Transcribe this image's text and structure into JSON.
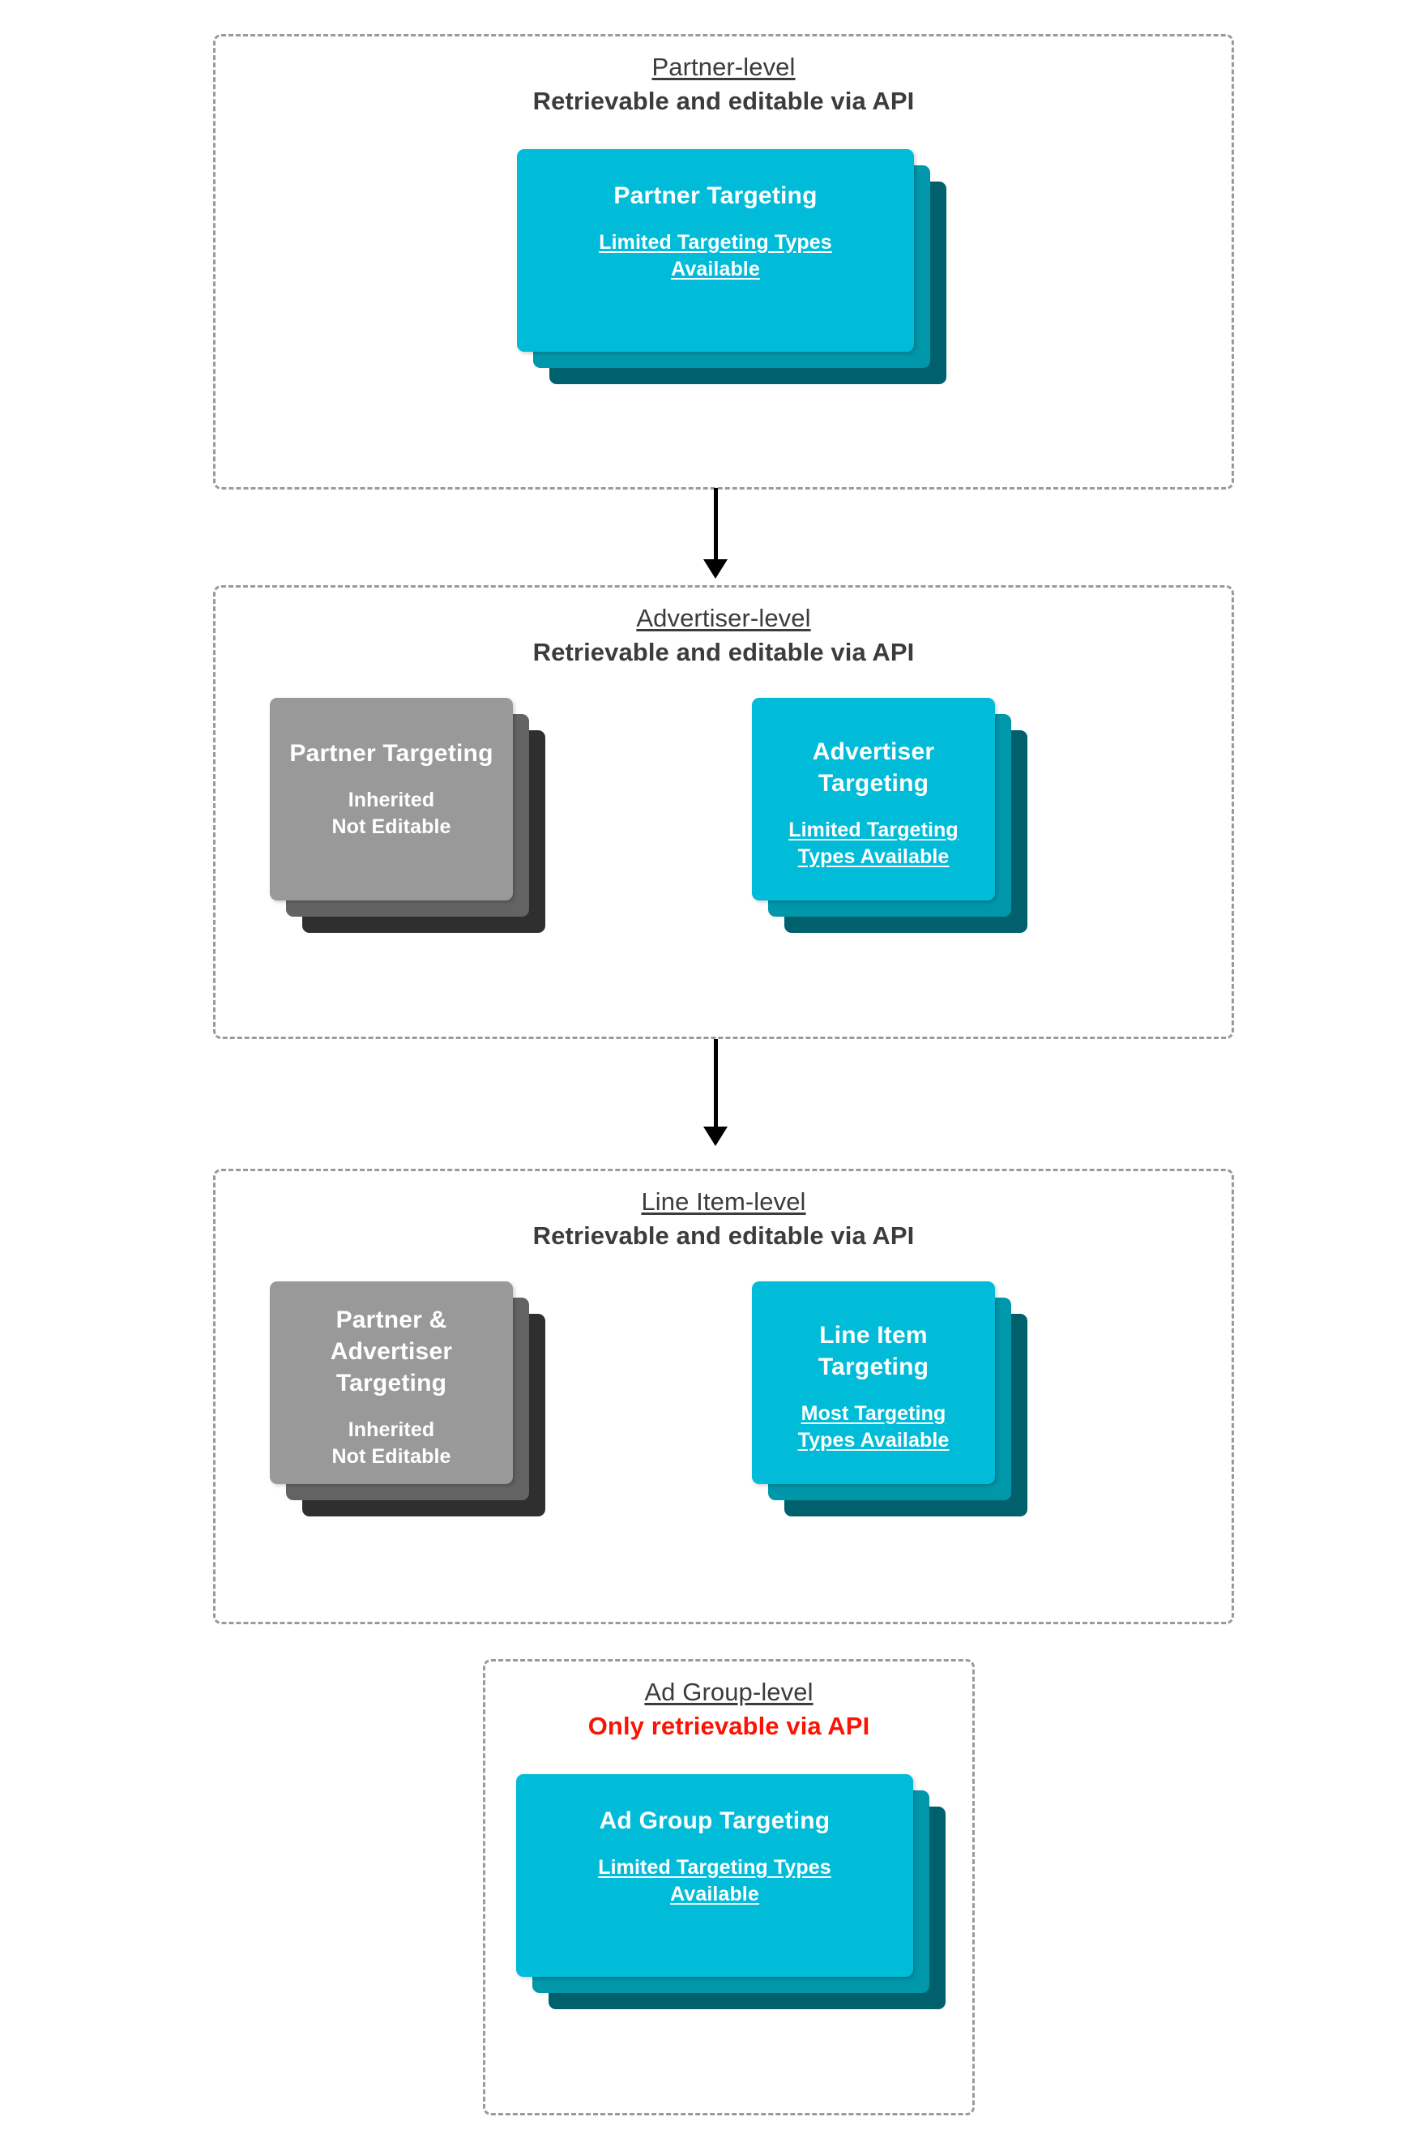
{
  "levels": [
    {
      "name": "Partner-level",
      "api_note": "Retrievable and editable via API",
      "api_note_warning": false,
      "cards": [
        {
          "title": "Partner Targeting",
          "subtitle": "Limited Targeting Types Available",
          "subtitle_underlined": true,
          "color": "cyan"
        }
      ]
    },
    {
      "name": "Advertiser-level",
      "api_note": "Retrievable and editable via API",
      "api_note_warning": false,
      "cards": [
        {
          "title": "Partner Targeting",
          "subtitle": "Inherited\nNot Editable",
          "subtitle_underlined": false,
          "color": "grey"
        },
        {
          "title": "Advertiser Targeting",
          "subtitle": "Limited Targeting Types Available",
          "subtitle_underlined": true,
          "color": "cyan"
        }
      ]
    },
    {
      "name": "Line Item-level",
      "api_note": "Retrievable and editable via API",
      "api_note_warning": false,
      "cards": [
        {
          "title": "Partner & Advertiser Targeting",
          "subtitle": "Inherited\nNot Editable",
          "subtitle_underlined": false,
          "color": "grey"
        },
        {
          "title": "Line Item Targeting",
          "subtitle": "Most Targeting Types Available",
          "subtitle_underlined": true,
          "color": "cyan"
        }
      ]
    },
    {
      "name": "Ad Group-level",
      "api_note": "Only retrievable via API",
      "api_note_warning": true,
      "cards": [
        {
          "title": "Ad Group Targeting",
          "subtitle": "Limited Targeting Types Available",
          "subtitle_underlined": true,
          "color": "cyan"
        }
      ]
    }
  ],
  "colors": {
    "cyan_front": "#00bcd8",
    "cyan_mid": "#0097aa",
    "cyan_back": "#00616c",
    "grey_front": "#999999",
    "grey_mid": "#636363",
    "grey_back": "#2f2f2f",
    "heading_text": "#3c3c3c",
    "warning_text": "#fa1405",
    "dashed_border": "#9a9a9a",
    "arrow": "#000000"
  },
  "connectors": [
    {
      "from": "Partner-level",
      "to": "Advertiser-level"
    },
    {
      "from": "Advertiser-level",
      "to": "Line Item-level"
    }
  ]
}
